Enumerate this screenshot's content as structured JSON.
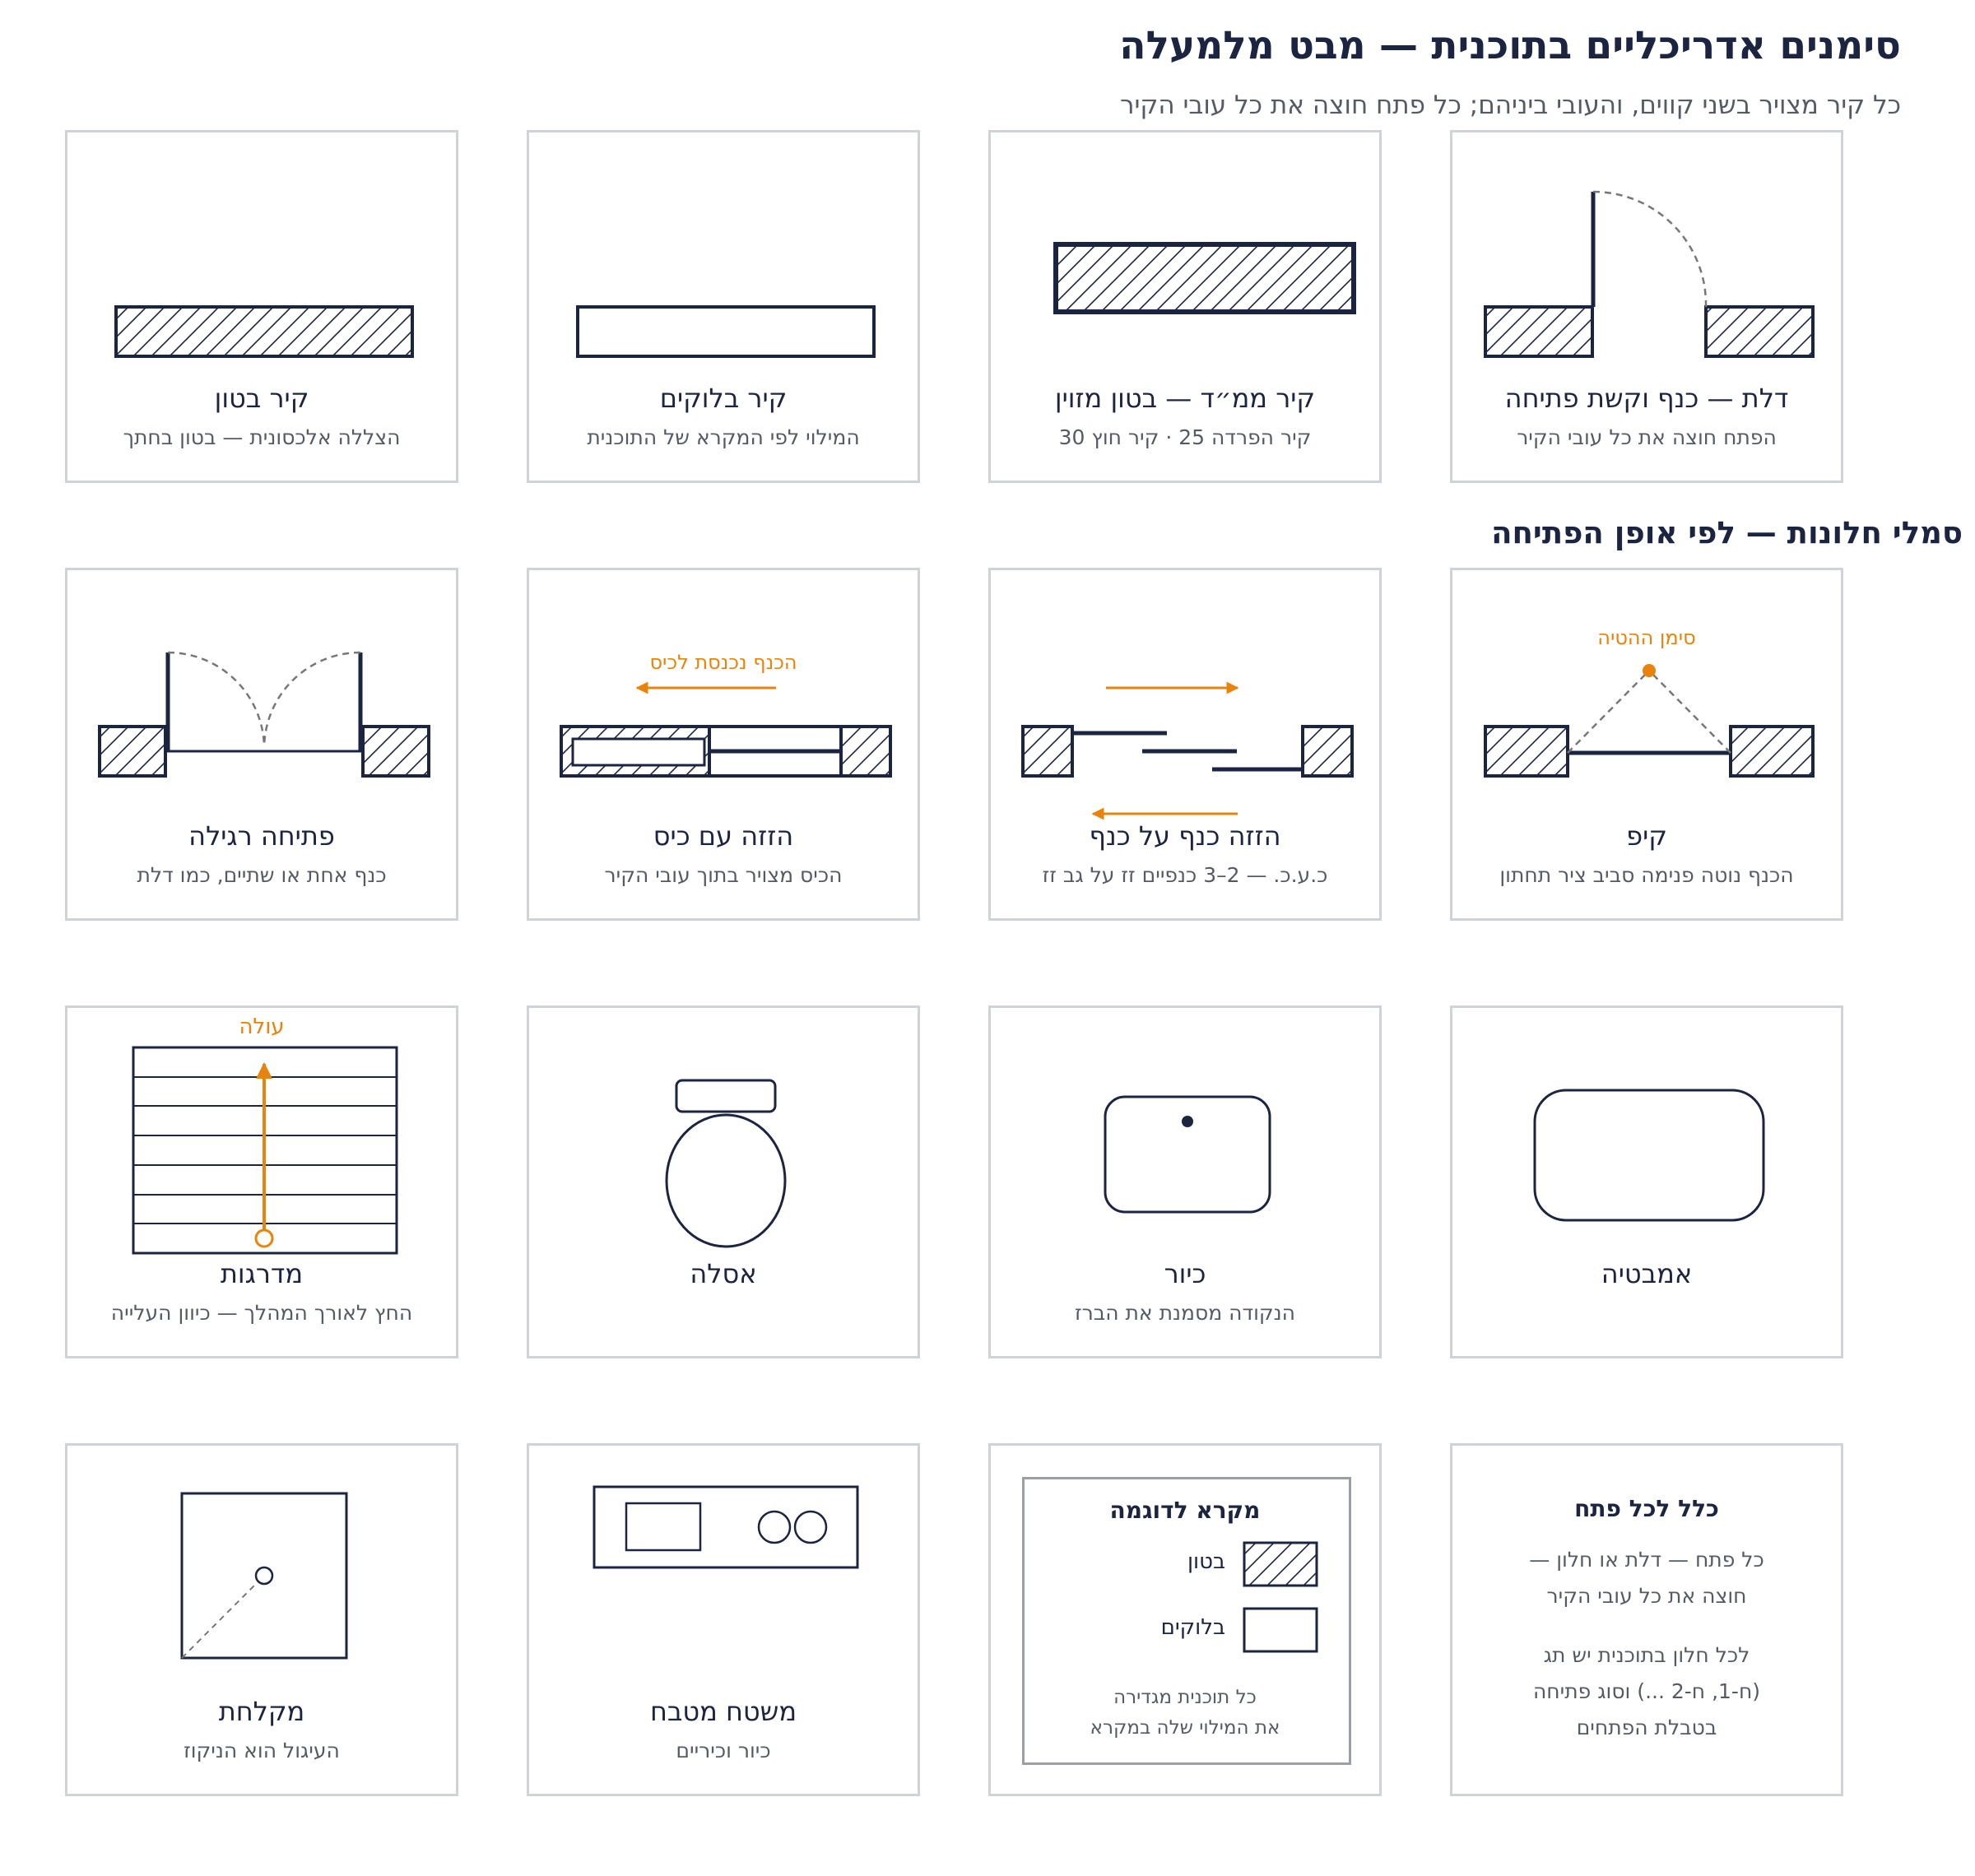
{
  "header": {
    "title": "סימנים אדריכליים בתוכנית — מבט מלמעלה",
    "subtitle": "כל קיר מצויר בשני קווים, והעובי ביניהם; כל פתח חוצה את כל עובי הקיר"
  },
  "section_windows": "סמלי חלונות — לפי אופן הפתיחה",
  "colors": {
    "ink": "#1b2440",
    "accent": "#e8830c",
    "muted": "#555b66",
    "border": "#cfd2d6"
  },
  "cards": {
    "door": {
      "label": "דלת — כנף וקשת פתיחה",
      "note": "הפתח חוצה את כל עובי הקיר"
    },
    "rc_wall": {
      "label": "קיר ממ״ד — בטון מזוין",
      "note": "קיר הפרדה 25 · קיר חוץ 30"
    },
    "block_wall": {
      "label": "קיר בלוקים",
      "note": "המילוי לפי המקרא של התוכנית"
    },
    "concrete_wall": {
      "label": "קיר בטון",
      "note": "הצללה אלכסונית — בטון בחתך"
    },
    "tilt": {
      "label": "קיפ",
      "note": "הכנף נוטה פנימה סביב ציר תחתון",
      "marker": "סימן ההטיה"
    },
    "slide": {
      "label": "הזזה כנף על כנף",
      "note": "כ.ע.כ. — 2–3 כנפיים זז על גב זז"
    },
    "pocket": {
      "label": "הזזה עם כיס",
      "note": "הכיס מצויר בתוך עובי הקיר",
      "marker": "הכנף נכנסת לכיס"
    },
    "casement": {
      "label": "פתיחה רגילה",
      "note": "כנף אחת או שתיים, כמו דלת"
    },
    "bathtub": {
      "label": "אמבטיה"
    },
    "sink": {
      "label": "כיור",
      "note": "הנקודה מסמנת את הברז"
    },
    "toilet": {
      "label": "אסלה"
    },
    "stairs": {
      "label": "מדרגות",
      "note": "החץ לאורך המהלך — כיוון העלייה",
      "marker": "עולה"
    },
    "rule": {
      "title": "כלל לכל פתח",
      "line1": "כל פתח — דלת או חלון —",
      "line2": "חוצה את כל עובי הקיר",
      "line3": "לכל חלון בתוכנית יש תג",
      "line4": "(ח-1, ח-2 ...) וסוג פתיחה",
      "line5": "בטבלת הפתחים"
    },
    "legend": {
      "title": "מקרא לדוגמה",
      "concrete": "בטון",
      "blocks": "בלוקים",
      "note1": "כל תוכנית מגדירה",
      "note2": "את המילוי שלה במקרא"
    },
    "counter": {
      "label": "משטח מטבח",
      "note": "כיור וכיריים"
    },
    "shower": {
      "label": "מקלחת",
      "note": "העיגול הוא הניקוז"
    }
  }
}
